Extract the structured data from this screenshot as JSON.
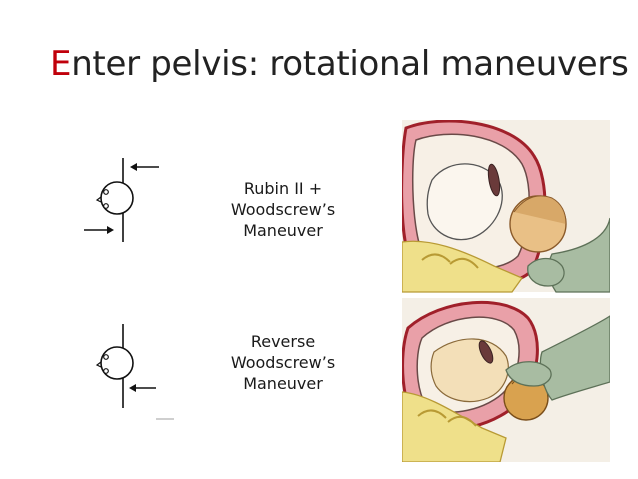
{
  "slide": {
    "title_first_letter": "E",
    "title_rest": "nter pelvis: rotational maneuvers",
    "accent_color": "#c0000b"
  },
  "maneuvers": [
    {
      "lines": [
        "Rubin II +",
        "Woodscrew’s",
        "Maneuver"
      ],
      "diagram": "rotation-diagram-clockwise-icon",
      "illustration": "rubin-woodscrew-illustration"
    },
    {
      "lines": [
        "Reverse",
        "Woodscrew’s",
        "Maneuver"
      ],
      "diagram": "rotation-diagram-reverse-icon",
      "illustration": "reverse-woodscrew-illustration"
    }
  ]
}
